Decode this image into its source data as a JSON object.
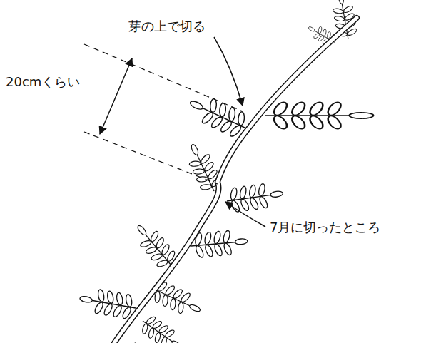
{
  "diagram": {
    "labels": [
      "芽の上で切る",
      "20cmくらい",
      "7月に切ったところ"
    ]
  }
}
